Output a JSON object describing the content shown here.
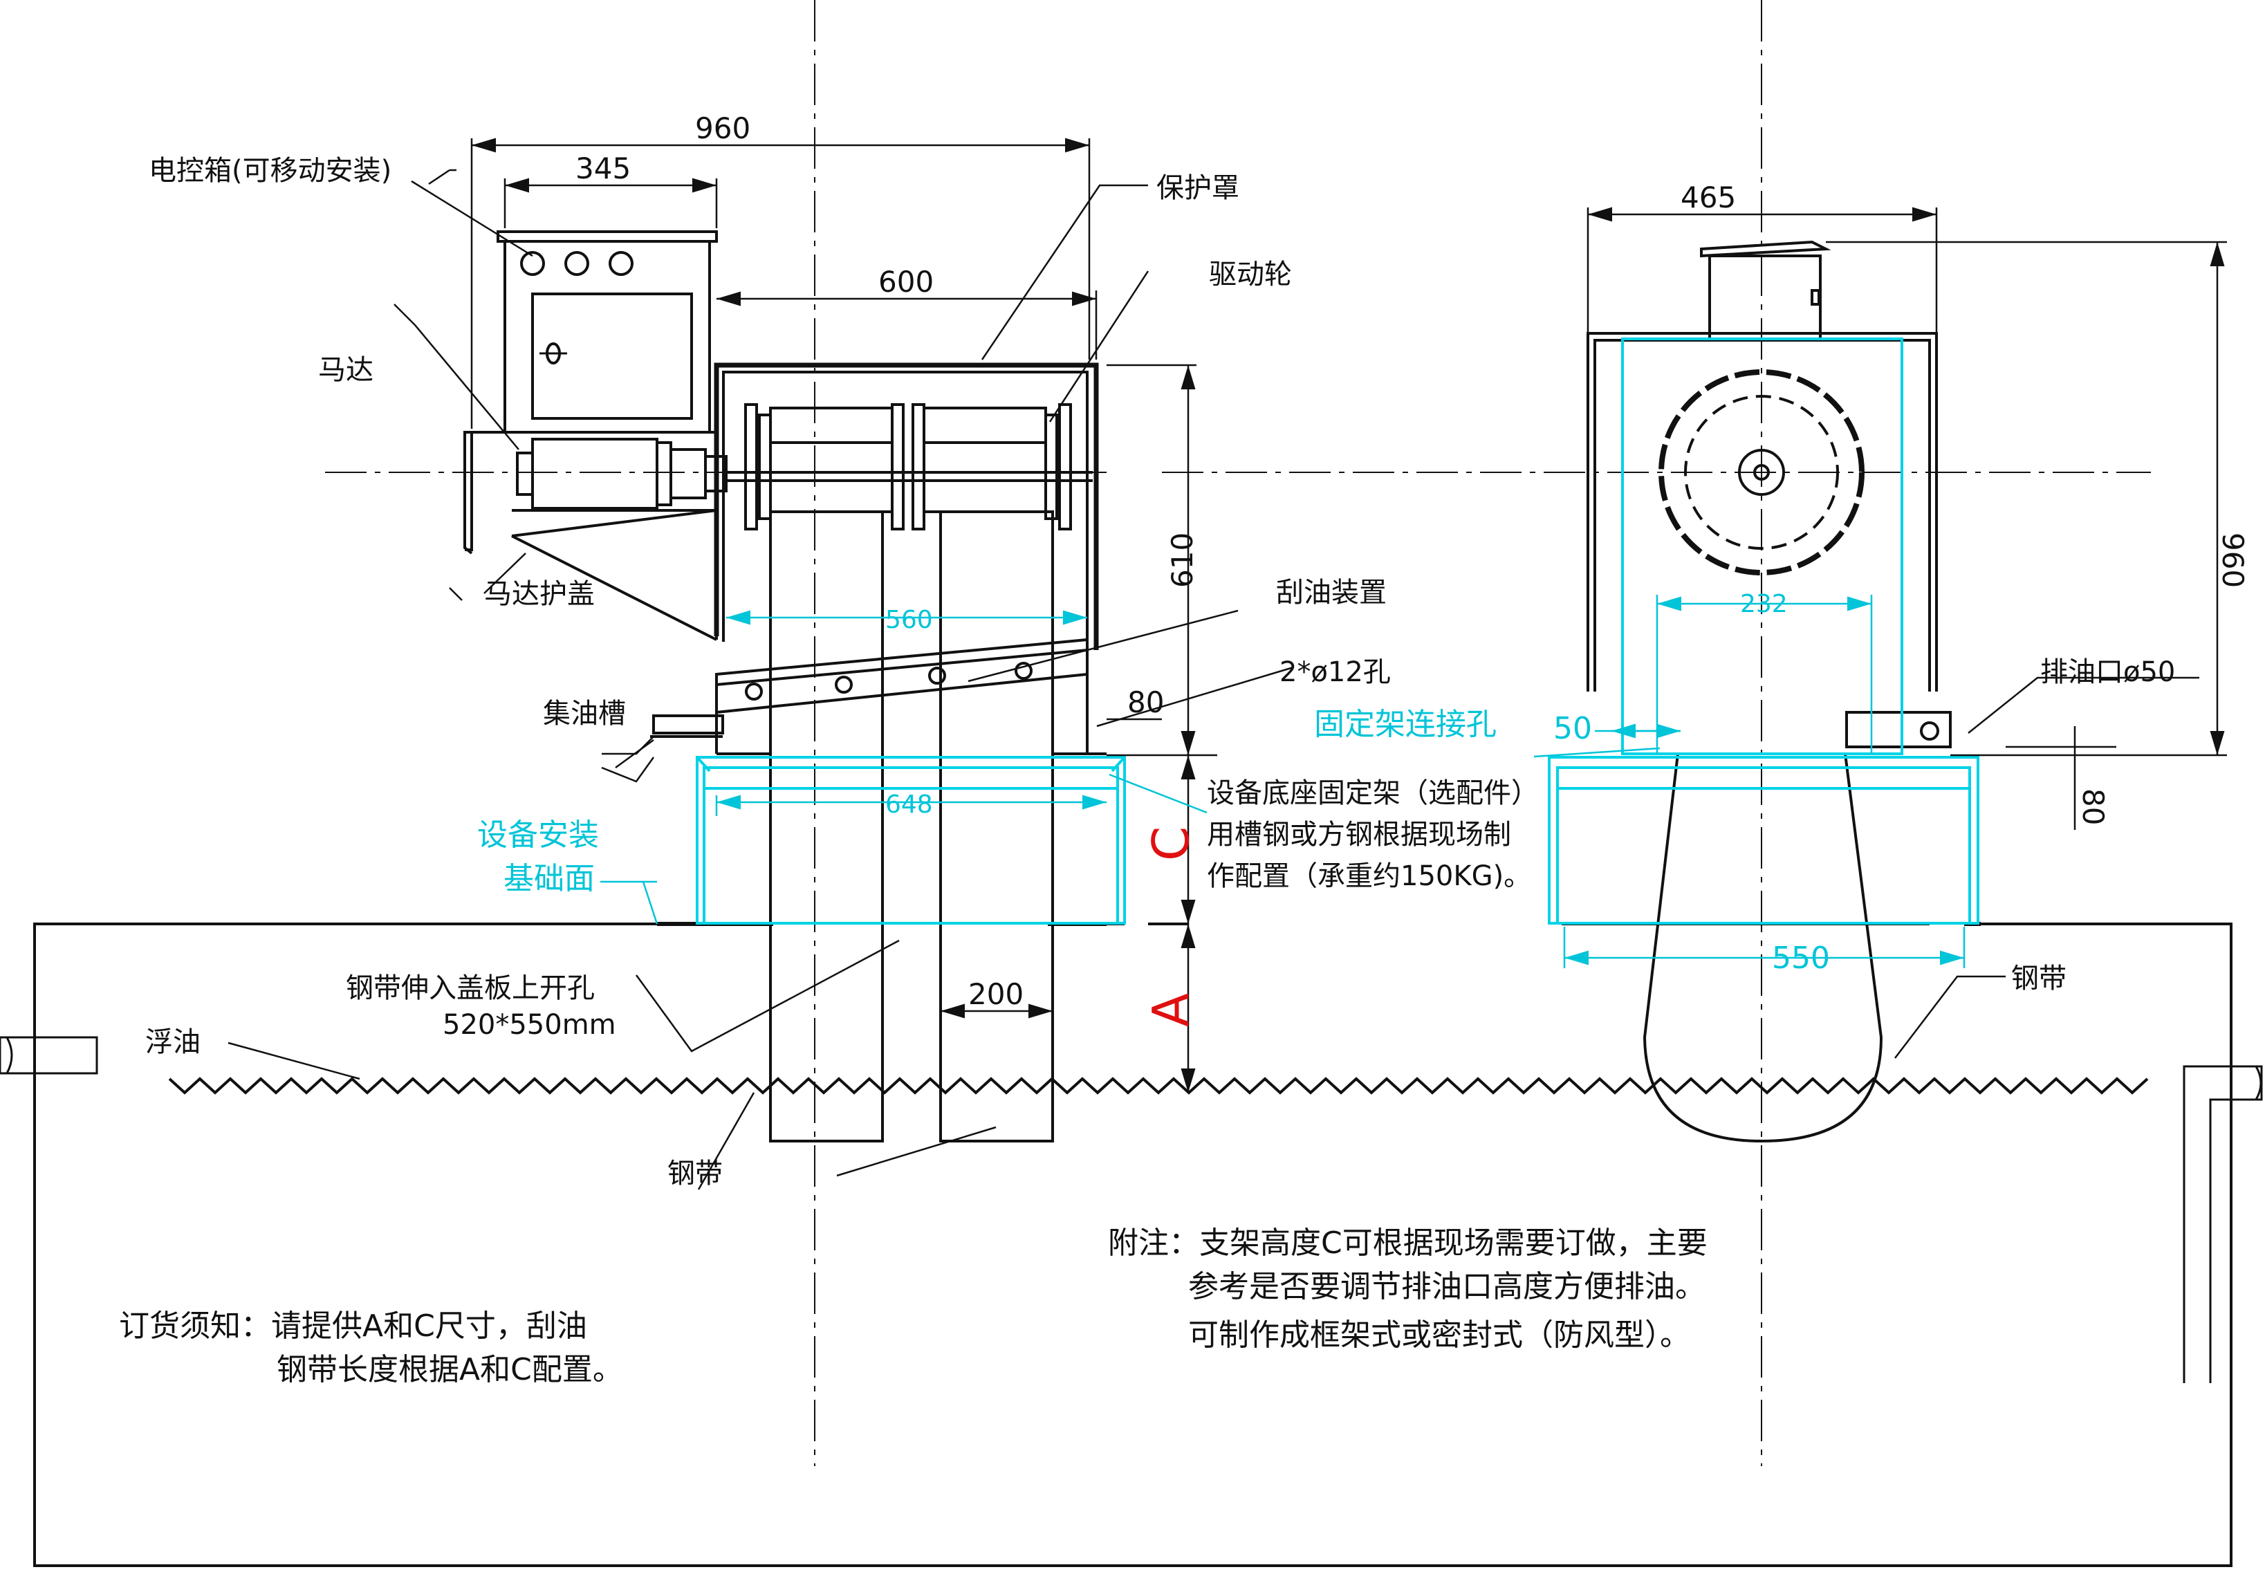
{
  "labels": {
    "control_box": "电控箱(可移动安装)",
    "motor": "马达",
    "motor_cover": "马达护盖",
    "oil_trough": "集油槽",
    "guard": "保护罩",
    "drive_wheel": "驱动轮",
    "scraper": "刮油装置",
    "holes": "2*ø12孔",
    "fix_hole": "固定架连接孔",
    "oil_outlet": "排油口ø50",
    "base_frame_1": "设备底座固定架（选配件）",
    "base_frame_2": "用槽钢或方钢根据现场制",
    "base_frame_3": "作配置（承重约150KG)。",
    "mount_1": "设备安装",
    "mount_2": "基础面",
    "belt_hole_1": "钢带伸入盖板上开孔",
    "belt_hole_2": "520*550mm",
    "float_oil": "浮油",
    "belt_left": "钢带",
    "belt_right": "钢带"
  },
  "dimensions": {
    "d960_top": "960",
    "d345": "345",
    "d600": "600",
    "d610": "610",
    "d560": "560",
    "d648": "648",
    "d80_left": "80",
    "d200": "200",
    "d465": "465",
    "d960_right": "960",
    "d232": "232",
    "d50": "50",
    "d80_right": "80",
    "d550": "550",
    "c_label": "C",
    "a_label": "A"
  },
  "notes": {
    "order_1": "订货须知：请提供A和C尺寸，刮油",
    "order_2": "钢带长度根据A和C配置。",
    "remark_1": "附注：支架高度C可根据现场需要订做，主要",
    "remark_2": "参考是否要调节排油口高度方便排油。",
    "remark_3": "可制作成框架式或密封式（防风型）。"
  },
  "colors": {
    "line": "#111111",
    "cyan": "#00d2e6",
    "red": "#e01010"
  }
}
